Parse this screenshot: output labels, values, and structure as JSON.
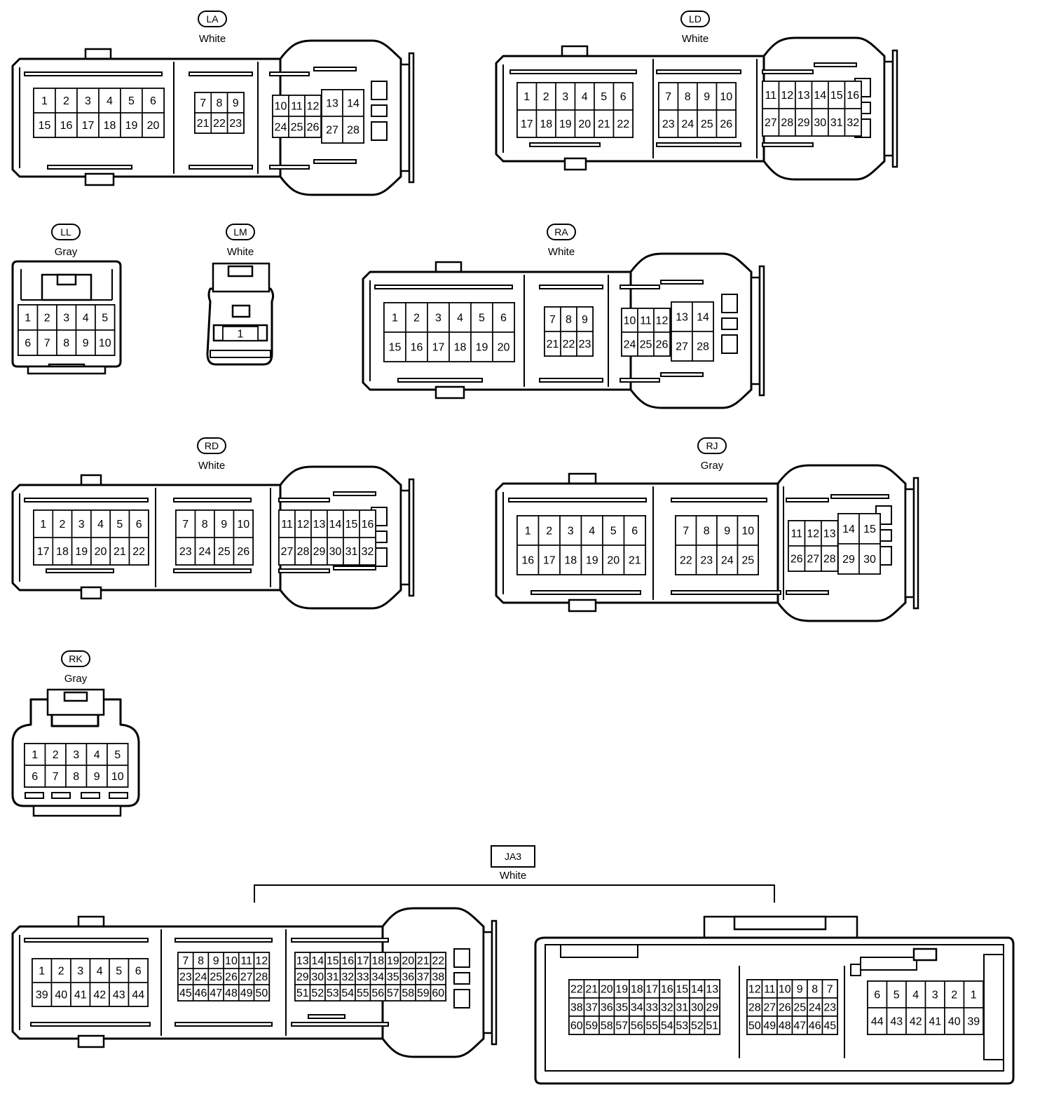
{
  "connectors": [
    {
      "code": "LA",
      "color": "White",
      "id": "la"
    },
    {
      "code": "LD",
      "color": "White",
      "id": "ld"
    },
    {
      "code": "LL",
      "color": "Gray",
      "id": "ll"
    },
    {
      "code": "LM",
      "color": "White",
      "id": "lm"
    },
    {
      "code": "RA",
      "color": "White",
      "id": "ra"
    },
    {
      "code": "RD",
      "color": "White",
      "id": "rd"
    },
    {
      "code": "RJ",
      "color": "Gray",
      "id": "rj"
    },
    {
      "code": "RK",
      "color": "Gray",
      "id": "rk"
    },
    {
      "code": "JA3",
      "color": "White",
      "id": "ja3"
    }
  ],
  "pins": {
    "la": {
      "g1": [
        [
          "1",
          "2",
          "3",
          "4",
          "5",
          "6"
        ],
        [
          "15",
          "16",
          "17",
          "18",
          "19",
          "20"
        ]
      ],
      "g2": [
        [
          "7",
          "8",
          "9"
        ],
        [
          "21",
          "22",
          "23"
        ]
      ],
      "g3": [
        [
          "10",
          "11",
          "12"
        ],
        [
          "24",
          "25",
          "26"
        ]
      ],
      "g4": [
        [
          "13",
          "14"
        ],
        [
          "27",
          "28"
        ]
      ]
    },
    "ld": {
      "g1": [
        [
          "1",
          "2",
          "3",
          "4",
          "5",
          "6"
        ],
        [
          "17",
          "18",
          "19",
          "20",
          "21",
          "22"
        ]
      ],
      "g2": [
        [
          "7",
          "8",
          "9",
          "10"
        ],
        [
          "23",
          "24",
          "25",
          "26"
        ]
      ],
      "g3": [
        [
          "11",
          "12",
          "13",
          "14",
          "15",
          "16"
        ],
        [
          "27",
          "28",
          "29",
          "30",
          "31",
          "32"
        ]
      ]
    },
    "ll": {
      "g1": [
        [
          "1",
          "2",
          "3",
          "4",
          "5"
        ],
        [
          "6",
          "7",
          "8",
          "9",
          "10"
        ]
      ]
    },
    "lm": {
      "g1": [
        [
          "1"
        ]
      ]
    },
    "ra": {
      "g1": [
        [
          "1",
          "2",
          "3",
          "4",
          "5",
          "6"
        ],
        [
          "15",
          "16",
          "17",
          "18",
          "19",
          "20"
        ]
      ],
      "g2": [
        [
          "7",
          "8",
          "9"
        ],
        [
          "21",
          "22",
          "23"
        ]
      ],
      "g3": [
        [
          "10",
          "11",
          "12"
        ],
        [
          "24",
          "25",
          "26"
        ]
      ],
      "g4": [
        [
          "13",
          "14"
        ],
        [
          "27",
          "28"
        ]
      ]
    },
    "rd": {
      "g1": [
        [
          "1",
          "2",
          "3",
          "4",
          "5",
          "6"
        ],
        [
          "17",
          "18",
          "19",
          "20",
          "21",
          "22"
        ]
      ],
      "g2": [
        [
          "7",
          "8",
          "9",
          "10"
        ],
        [
          "23",
          "24",
          "25",
          "26"
        ]
      ],
      "g3": [
        [
          "11",
          "12",
          "13",
          "14",
          "15",
          "16"
        ],
        [
          "27",
          "28",
          "29",
          "30",
          "31",
          "32"
        ]
      ]
    },
    "rj": {
      "g1": [
        [
          "1",
          "2",
          "3",
          "4",
          "5",
          "6"
        ],
        [
          "16",
          "17",
          "18",
          "19",
          "20",
          "21"
        ]
      ],
      "g2": [
        [
          "7",
          "8",
          "9",
          "10"
        ],
        [
          "22",
          "23",
          "24",
          "25"
        ]
      ],
      "g3": [
        [
          "11",
          "12",
          "13"
        ],
        [
          "26",
          "27",
          "28"
        ]
      ],
      "g4": [
        [
          "14",
          "15"
        ],
        [
          "29",
          "30"
        ]
      ]
    },
    "rk": {
      "g1": [
        [
          "1",
          "2",
          "3",
          "4",
          "5"
        ],
        [
          "6",
          "7",
          "8",
          "9",
          "10"
        ]
      ]
    },
    "ja3_left": {
      "g1": [
        [
          "1",
          "2",
          "3",
          "4",
          "5",
          "6"
        ],
        [
          "39",
          "40",
          "41",
          "42",
          "43",
          "44"
        ]
      ],
      "g2": [
        [
          "7",
          "8",
          "9",
          "10",
          "11",
          "12"
        ],
        [
          "23",
          "24",
          "25",
          "26",
          "27",
          "28"
        ],
        [
          "45",
          "46",
          "47",
          "48",
          "49",
          "50"
        ]
      ],
      "g3": [
        [
          "13",
          "14",
          "15",
          "16",
          "17",
          "18",
          "19",
          "20",
          "21",
          "22"
        ],
        [
          "29",
          "30",
          "31",
          "32",
          "33",
          "34",
          "35",
          "36",
          "37",
          "38"
        ],
        [
          "51",
          "52",
          "53",
          "54",
          "55",
          "56",
          "57",
          "58",
          "59",
          "60"
        ]
      ]
    },
    "ja3_right": {
      "g1": [
        [
          "22",
          "21",
          "20",
          "19",
          "18",
          "17",
          "16",
          "15",
          "14",
          "13"
        ],
        [
          "38",
          "37",
          "36",
          "35",
          "34",
          "33",
          "32",
          "31",
          "30",
          "29"
        ],
        [
          "60",
          "59",
          "58",
          "57",
          "56",
          "55",
          "54",
          "53",
          "52",
          "51"
        ]
      ],
      "g2": [
        [
          "12",
          "11",
          "10",
          "9",
          "8",
          "7"
        ],
        [
          "28",
          "27",
          "26",
          "25",
          "24",
          "23"
        ],
        [
          "50",
          "49",
          "48",
          "47",
          "46",
          "45"
        ]
      ],
      "g3": [
        [
          "6",
          "5",
          "4",
          "3",
          "2",
          "1"
        ],
        [
          "44",
          "43",
          "42",
          "41",
          "40",
          "39"
        ]
      ]
    }
  }
}
